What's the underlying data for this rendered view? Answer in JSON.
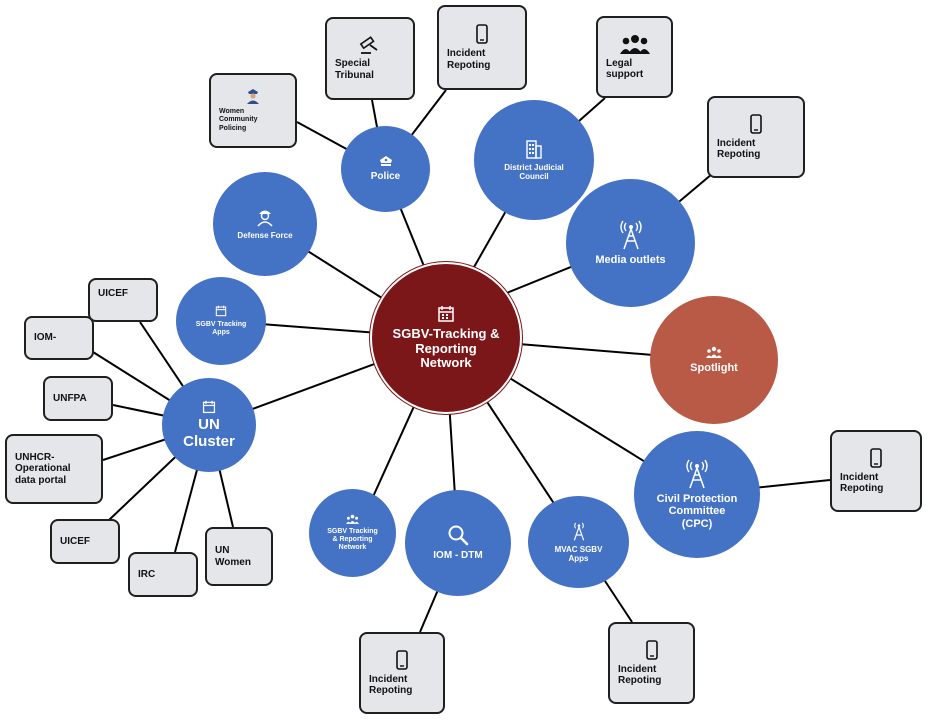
{
  "hub": {
    "label": "SGBV-Tracking &\nReporting\nNetwork",
    "icon": "calendar-icon"
  },
  "police": {
    "label": "Police",
    "icon": "police-hat-icon"
  },
  "district_judicial": {
    "label": "District Judicial\nCouncil",
    "icon": "building-icon"
  },
  "media_outlets": {
    "label": "Media outlets",
    "icon": "radio-tower-icon"
  },
  "spotlight": {
    "label": "Spotlight",
    "icon": "group-icon"
  },
  "cpc": {
    "label": "Civil Protection\nCommittee\n(CPC)",
    "icon": "radio-tower-icon"
  },
  "mvac": {
    "label": "MVAC SGBV\nApps",
    "icon": "radio-tower-icon"
  },
  "iom_dtm": {
    "label": "IOM - DTM",
    "icon": "search-icon"
  },
  "sgbv_network": {
    "label": "SGBV Tracking\n& Reporting\nNetwork",
    "icon": "group-icon"
  },
  "un_cluster": {
    "label": "UN\nCluster",
    "icon": "calendar-icon"
  },
  "sgbv_apps": {
    "label": "SGBV Tracking\nApps",
    "icon": "calendar-icon"
  },
  "defense_force": {
    "label": "Defense Force",
    "icon": "soldier-icon"
  },
  "boxes": {
    "women_community_policing": "Women\nCommunity\nPolicing",
    "special_tribunal": "Special\nTribunal",
    "police_incident": "Incident\nRepoting",
    "legal_support": "Legal\nsupport",
    "media_incident": "Incident\nRepoting",
    "cpc_incident": "Incident\nRepoting",
    "mvac_incident": "Incident\nRepoting",
    "iom_incident": "Incident\nRepoting",
    "uicef_top": "UICEF",
    "iom": "IOM-",
    "unfpa": "UNFPA",
    "unhcr": "UNHCR-\nOperational\ndata portal",
    "uicef_bottom": "UICEF",
    "irc": "IRC",
    "un_women": "UN\nWomen"
  },
  "colors": {
    "hub": "#7B1718",
    "blue_node": "#4472C4",
    "spotlight": "#B85A46",
    "box_fill": "#E4E6EA",
    "box_border": "#1f1f1f",
    "connector": "#000000"
  }
}
